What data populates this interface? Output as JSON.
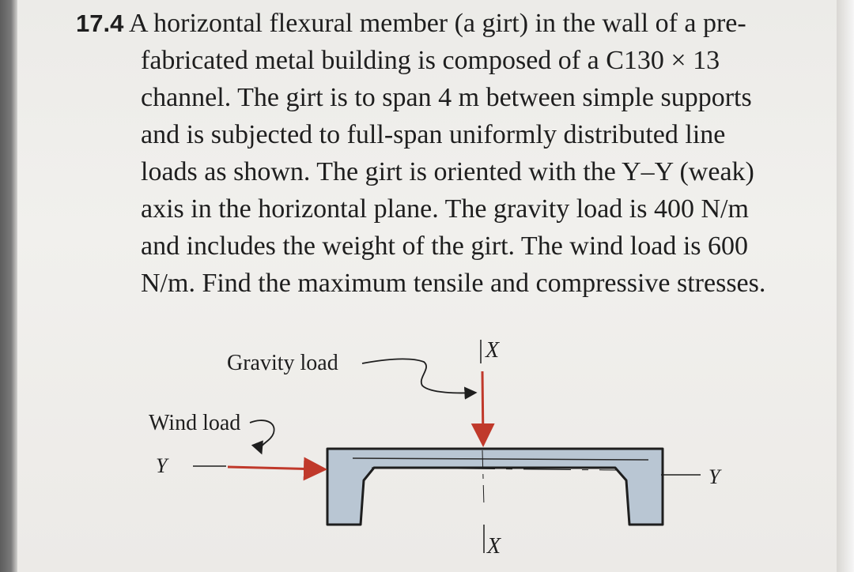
{
  "problem": {
    "number": "17.4",
    "lines": [
      "A horizontal flexural member (a girt) in the wall of a pre-",
      "fabricated metal building is composed of a C130 × 13",
      "channel. The girt is to span 4 m between simple supports",
      "and is subjected to full-span uniformly distributed line",
      "loads as shown. The girt is oriented with the Y–Y (weak)",
      "axis in the horizontal plane. The gravity load is 400 N/m",
      "and includes the weight of the girt. The wind load is 600",
      "N/m. Find the maximum tensile and compressive stresses."
    ]
  },
  "figure": {
    "gravity_label": "Gravity load",
    "wind_label": "Wind load",
    "axis_x_top": "X",
    "axis_x_bottom": "X",
    "axis_y_left": "Y",
    "axis_y_right": "Y",
    "channel_fill": "#b9c6d3",
    "arrow_color": "#c0392b"
  }
}
